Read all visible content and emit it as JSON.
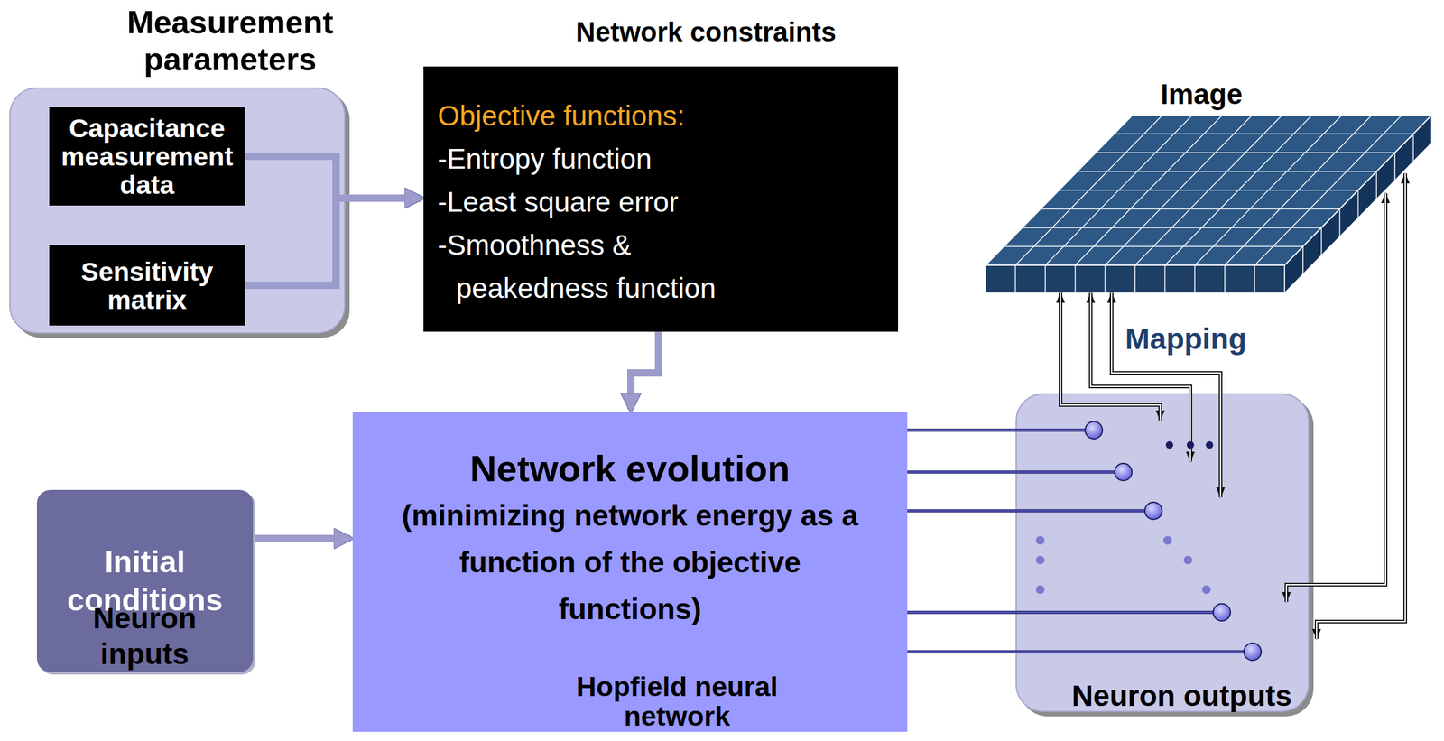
{
  "diagram": {
    "nodes": [
      {
        "text": [
          "Measurement parameters"
        ]
      },
      {
        "text": [
          "Capacitance measurement data"
        ],
        "in": 0
      },
      {
        "text": [
          "Sensitivity matrix"
        ],
        "in": 0
      },
      {
        "text": [
          "Network constraints",
          "Objective functions:",
          "-Entropy function",
          "-Least square error",
          "-Smoothness & peakedness function"
        ]
      },
      {
        "text": [
          "Image"
        ]
      },
      {
        "text": [
          "Initial conditions",
          "Neuron inputs"
        ]
      },
      {
        "text": [
          "Network evolution",
          "(minimizing network energy as a function of the objective functions)",
          "Hopfield neural network"
        ]
      },
      {
        "text": [
          "Neuron outputs"
        ]
      }
    ],
    "edges": [
      {
        "from": 1,
        "to": 3,
        "arrow": "to"
      },
      {
        "from": 2,
        "to": 3,
        "arrow": "to"
      },
      {
        "from": 3,
        "to": 6,
        "arrow": "to"
      },
      {
        "from": 5,
        "to": 6,
        "arrow": "to"
      },
      {
        "from": 6,
        "to": 7,
        "arrow": "none"
      },
      {
        "from": 6,
        "to": 7,
        "arrow": "none"
      },
      {
        "from": 6,
        "to": 7,
        "arrow": "none"
      },
      {
        "from": 6,
        "to": 7,
        "arrow": "none"
      },
      {
        "from": 6,
        "to": 7,
        "arrow": "none"
      },
      {
        "from": 7,
        "to": 4,
        "arrow": "both"
      },
      {
        "from": 7,
        "to": 4,
        "arrow": "both"
      },
      {
        "from": 7,
        "to": 4,
        "arrow": "both",
        "label": "Mapping"
      },
      {
        "from": 7,
        "to": 4,
        "arrow": "both"
      },
      {
        "from": 7,
        "to": 4,
        "arrow": "both"
      }
    ]
  }
}
